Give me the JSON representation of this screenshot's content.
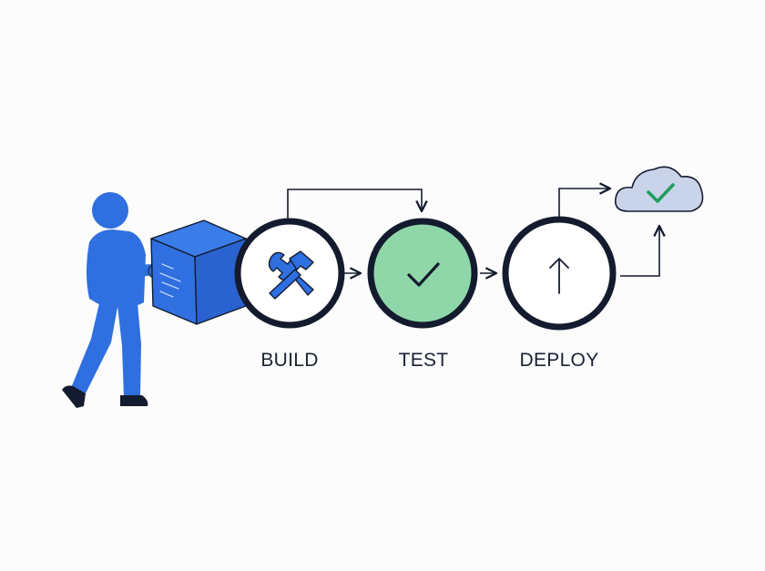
{
  "stages": [
    {
      "id": "build",
      "label": "BUILD",
      "icon": "hammer-wrench-icon"
    },
    {
      "id": "test",
      "label": "TEST",
      "icon": "checkmark-icon"
    },
    {
      "id": "deploy",
      "label": "DEPLOY",
      "icon": "arrow-up-icon"
    }
  ],
  "result": {
    "icon": "cloud-check-icon"
  },
  "colors": {
    "primary_blue": "#2f6fe0",
    "dark_navy": "#141b2e",
    "test_green": "#8fd6a8",
    "cloud_fill": "#c9d3ea",
    "check_green": "#1f9e5e",
    "background": "#fbfcfb"
  }
}
